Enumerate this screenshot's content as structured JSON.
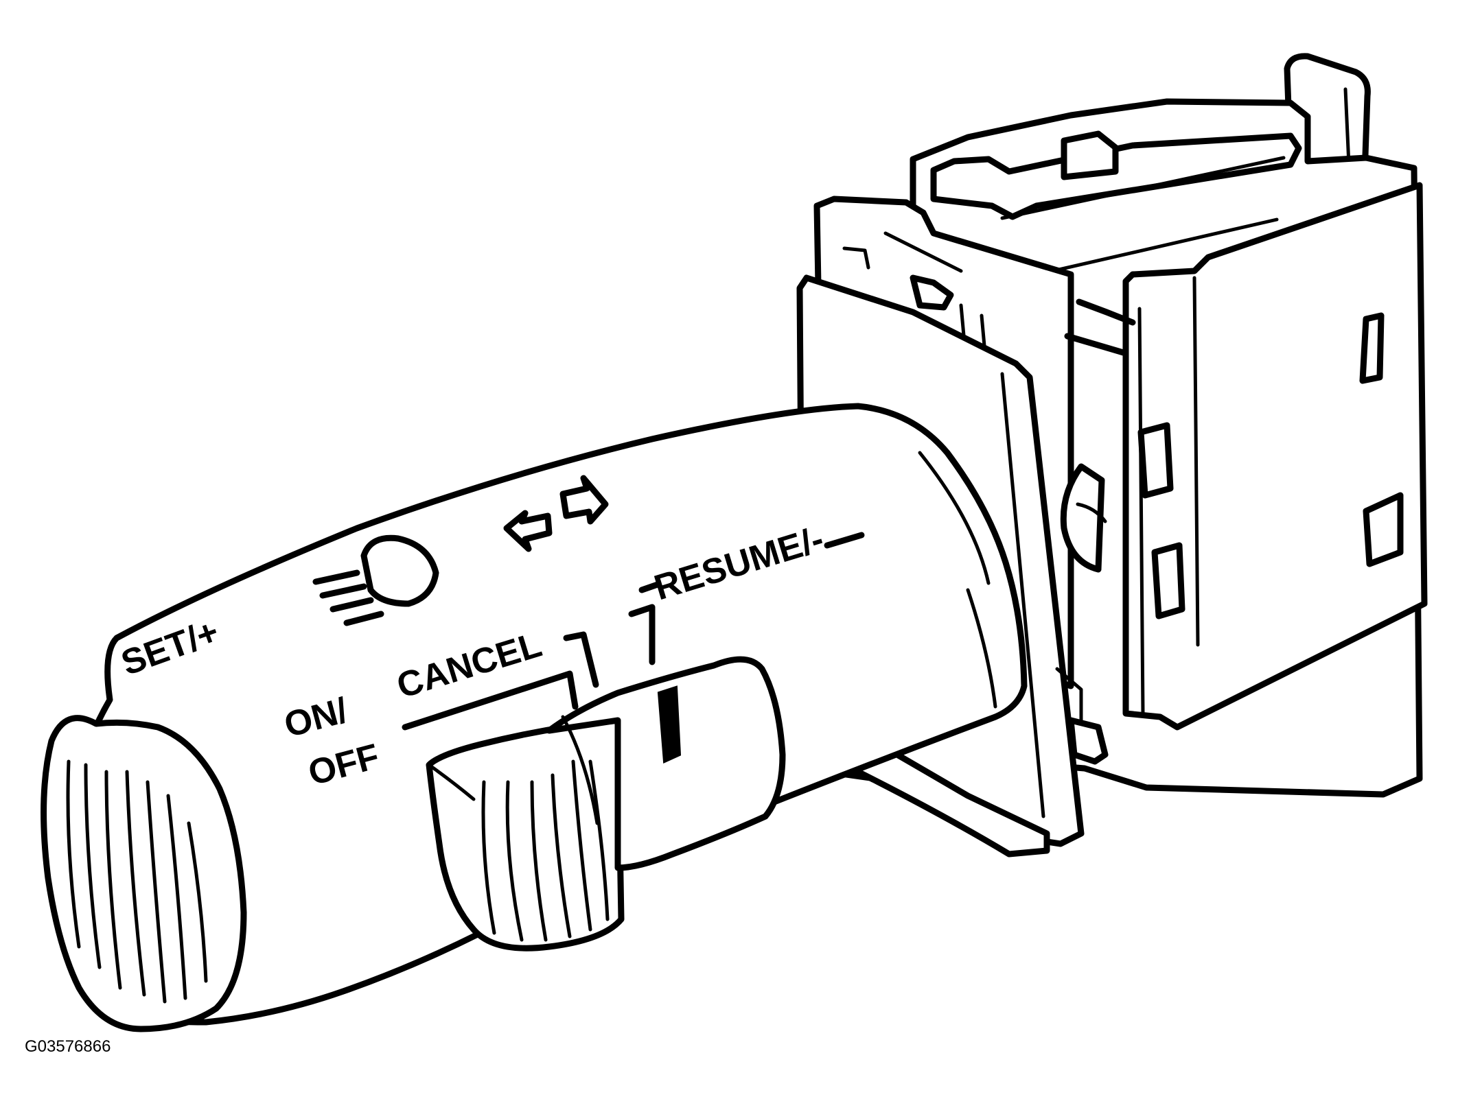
{
  "labels": {
    "set": "SET/+",
    "on": "ON/",
    "off": "OFF",
    "cancel": "CANCEL",
    "resume": "RESUME/-"
  },
  "figure_id": "G03576866",
  "icons": [
    "headlamp-high-beam-icon",
    "turn-signal-arrows-icon"
  ],
  "colors": {
    "ink": "#000000",
    "paper": "#ffffff"
  }
}
